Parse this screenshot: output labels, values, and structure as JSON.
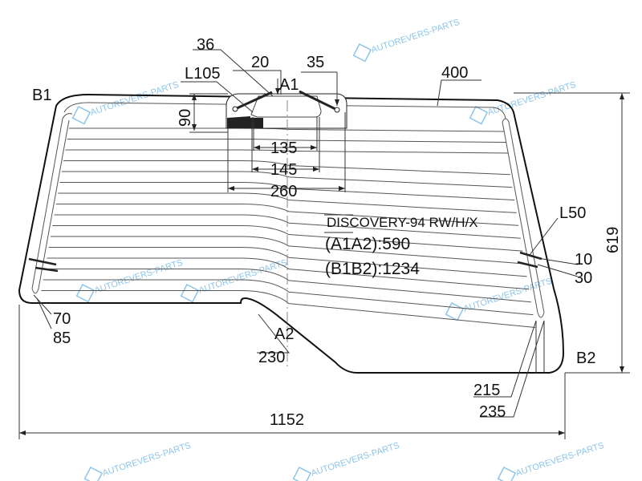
{
  "title": "DISCOVERY-94 RW/H/X",
  "specs": {
    "a1a2": "(A1A2):590",
    "b1b2": "(B1B2):1234"
  },
  "points": {
    "a1": "A1",
    "a2": "A2",
    "b1": "B1",
    "b2": "B2"
  },
  "dimensions": {
    "d36": "36",
    "d20": "20",
    "d35": "35",
    "l105": "L105",
    "d90": "90",
    "d135": "135",
    "d145": "145",
    "d260": "260",
    "d400": "400",
    "d619": "619",
    "l50": "L50",
    "d10": "10",
    "d30": "30",
    "d70": "70",
    "d85": "85",
    "d230": "230",
    "d215": "215",
    "d235": "235",
    "d1152": "1152"
  },
  "watermark": "AUTOREVERS-PARTS",
  "colors": {
    "line": "#111111",
    "watermark": "#8ec5e8"
  }
}
